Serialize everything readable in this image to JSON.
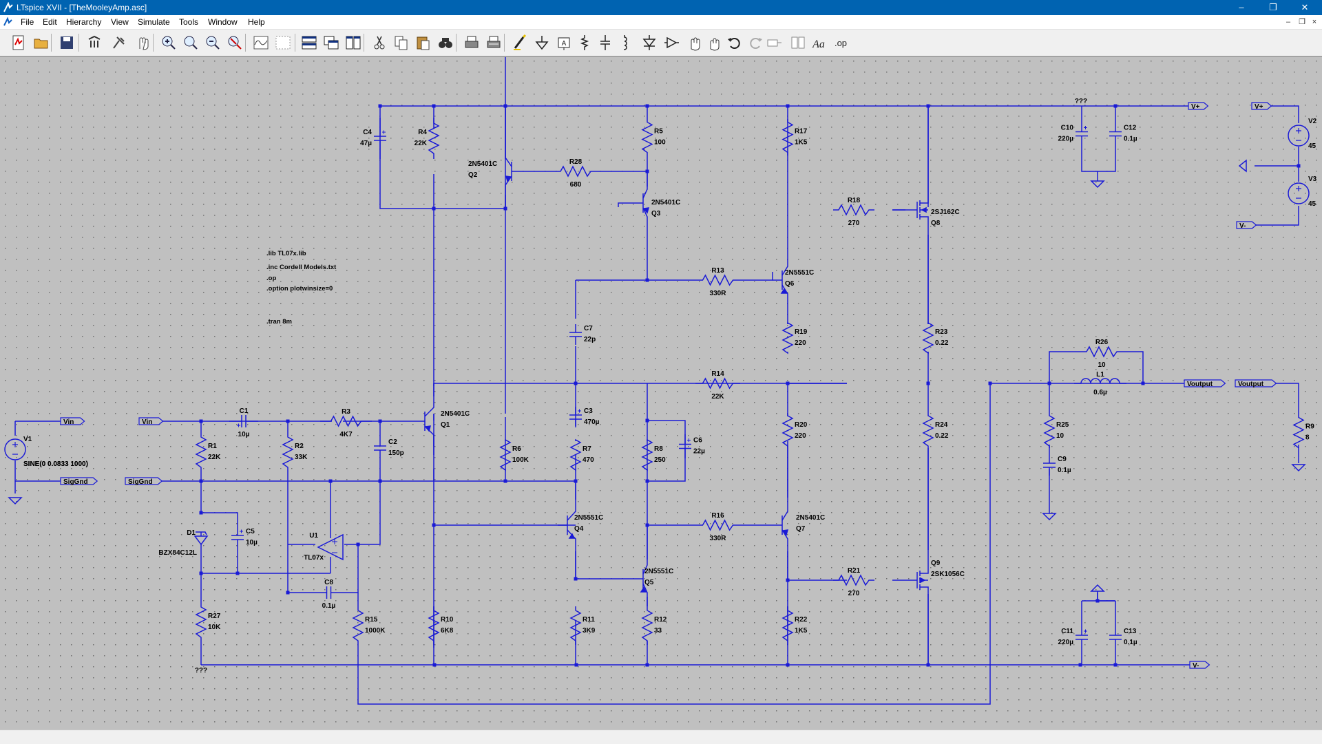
{
  "window": {
    "title": "LTspice XVII - [TheMooleyAmp.asc]",
    "minimize_glyph": "–",
    "maximize_glyph": "❐",
    "close_glyph": "✕"
  },
  "menu": [
    "File",
    "Edit",
    "Hierarchy",
    "View",
    "Simulate",
    "Tools",
    "Window",
    "Help"
  ],
  "mdi_controls": [
    "–",
    "❐",
    "×"
  ],
  "toolbar_icons": [
    "new-schematic-icon",
    "open-icon",
    "save-icon",
    "control-panel-icon",
    "run-icon",
    "halt-icon",
    "zoom-in-icon",
    "zoom-area-icon",
    "zoom-out-icon",
    "zoom-fit-icon",
    "waveform-icon",
    "autorange-icon",
    "tile-horizontal-icon",
    "cascade-icon",
    "tile-vertical-icon",
    "cut-icon",
    "copy-icon",
    "paste-icon",
    "find-icon",
    "print-icon",
    "print-preview-icon",
    "wire-icon",
    "ground-icon",
    "label-net-icon",
    "resistor-icon",
    "capacitor-icon",
    "inductor-icon",
    "diode-icon",
    "component-icon",
    "move-icon",
    "drag-icon",
    "undo-icon",
    "redo-icon",
    "rotate-icon",
    "mirror-icon",
    "text-icon",
    "spice-directive-icon"
  ],
  "colors": {
    "wire": "#1a1ad6",
    "canvas_bg": "#c0c0c0",
    "grid_dot": "#707070",
    "titlebar": "#0063b1"
  },
  "schematic": {
    "directives": [
      ".lib TL07x.lib",
      ".inc Cordell Models.txt",
      ".op",
      ".option plotwinsize=0",
      ".tran 8m"
    ],
    "components": {
      "R1": {
        "name": "R1",
        "value": "22K"
      },
      "R2": {
        "name": "R2",
        "value": "33K"
      },
      "R3": {
        "name": "R3",
        "value": "4K7"
      },
      "R4": {
        "name": "R4",
        "value": "22K"
      },
      "R5": {
        "name": "R5",
        "value": "100"
      },
      "R6": {
        "name": "R6",
        "value": "100K"
      },
      "R7": {
        "name": "R7",
        "value": "470"
      },
      "R8": {
        "name": "R8",
        "value": "250"
      },
      "R9": {
        "name": "R9",
        "value": "8"
      },
      "R10": {
        "name": "R10",
        "value": "6K8"
      },
      "R11": {
        "name": "R11",
        "value": "3K9"
      },
      "R12": {
        "name": "R12",
        "value": "33"
      },
      "R13": {
        "name": "R13",
        "value": "330R"
      },
      "R14": {
        "name": "R14",
        "value": "22K"
      },
      "R15": {
        "name": "R15",
        "value": "1000K"
      },
      "R16": {
        "name": "R16",
        "value": "330R"
      },
      "R17": {
        "name": "R17",
        "value": "1K5"
      },
      "R18": {
        "name": "R18",
        "value": "270"
      },
      "R19": {
        "name": "R19",
        "value": "220"
      },
      "R20": {
        "name": "R20",
        "value": "220"
      },
      "R21": {
        "name": "R21",
        "value": "270"
      },
      "R22": {
        "name": "R22",
        "value": "1K5"
      },
      "R23": {
        "name": "R23",
        "value": "0.22"
      },
      "R24": {
        "name": "R24",
        "value": "0.22"
      },
      "R25": {
        "name": "R25",
        "value": "10"
      },
      "R26": {
        "name": "R26",
        "value": "10"
      },
      "R27": {
        "name": "R27",
        "value": "10K"
      },
      "R28": {
        "name": "R28",
        "value": "680"
      },
      "C1": {
        "name": "C1",
        "value": "10µ"
      },
      "C2": {
        "name": "C2",
        "value": "150p"
      },
      "C3": {
        "name": "C3",
        "value": "470µ"
      },
      "C4": {
        "name": "C4",
        "value": "47µ"
      },
      "C5": {
        "name": "C5",
        "value": "10µ"
      },
      "C6": {
        "name": "C6",
        "value": "22µ"
      },
      "C7": {
        "name": "C7",
        "value": "22p"
      },
      "C8": {
        "name": "C8",
        "value": "0.1µ"
      },
      "C9": {
        "name": "C9",
        "value": "0.1µ"
      },
      "C10": {
        "name": "C10",
        "value": "220µ"
      },
      "C11": {
        "name": "C11",
        "value": "220µ"
      },
      "C12": {
        "name": "C12",
        "value": "0.1µ"
      },
      "C13": {
        "name": "C13",
        "value": "0.1µ"
      },
      "L1": {
        "name": "L1",
        "value": "0.6µ"
      },
      "Q1": {
        "name": "Q1",
        "value": "2N5401C"
      },
      "Q2": {
        "name": "Q2",
        "value": "2N5401C"
      },
      "Q3": {
        "name": "Q3",
        "value": "2N5401C"
      },
      "Q4": {
        "name": "Q4",
        "value": "2N5551C"
      },
      "Q5": {
        "name": "Q5",
        "value": "2N5551C"
      },
      "Q6": {
        "name": "Q6",
        "value": "2N5551C"
      },
      "Q7": {
        "name": "Q7",
        "value": "2N5401C"
      },
      "Q8": {
        "name": "Q8",
        "value": "2SJ162C"
      },
      "Q9": {
        "name": "Q9",
        "value": "2SK1056C"
      },
      "D1": {
        "name": "D1",
        "value": "BZX84C12L"
      },
      "U1": {
        "name": "U1",
        "value": "TL07x"
      },
      "V1": {
        "name": "V1",
        "value": "SINE(0 0.0833 1000)"
      },
      "V2": {
        "name": "V2",
        "value": "45"
      },
      "V3": {
        "name": "V3",
        "value": "45"
      }
    },
    "net_labels": {
      "vin": "Vin",
      "sig_gnd": "SigGnd",
      "v_plus": "V+",
      "v_minus": "V-",
      "voutput": "Voutput",
      "unknown": "???"
    }
  }
}
